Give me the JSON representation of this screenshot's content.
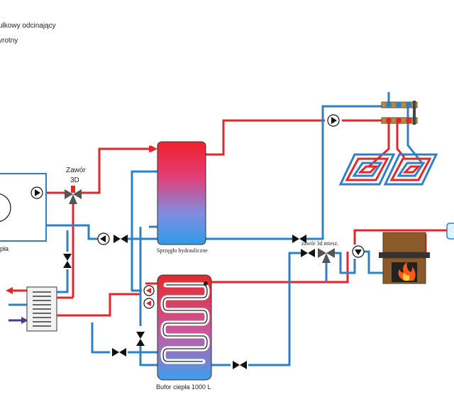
{
  "legend": {
    "line1": "ulkowy odcinający",
    "line2": "vrotny"
  },
  "labels": {
    "zawor_3d_line1": "Zawór",
    "zawor_3d_line2": "3D",
    "sprzeglo": "Sprzęgło hydrauliczne",
    "bufor": "Bufor ciepła 1000 L",
    "zawor_3d_miesz": "zawór 3d miesz.",
    "pompa_ciepla_fragment": "pła"
  },
  "colors": {
    "hot": "#e4262b",
    "cold": "#2e7fc4",
    "cold_in": "#4a3b8f",
    "fireplace": "#8b5a2b"
  },
  "icons": [
    "pump-icon",
    "ball-valve-icon",
    "three-way-valve-icon",
    "check-valve-icon",
    "fire-icon",
    "floor-heating-coil-icon",
    "manifold-icon",
    "heat-exchanger-icon"
  ]
}
